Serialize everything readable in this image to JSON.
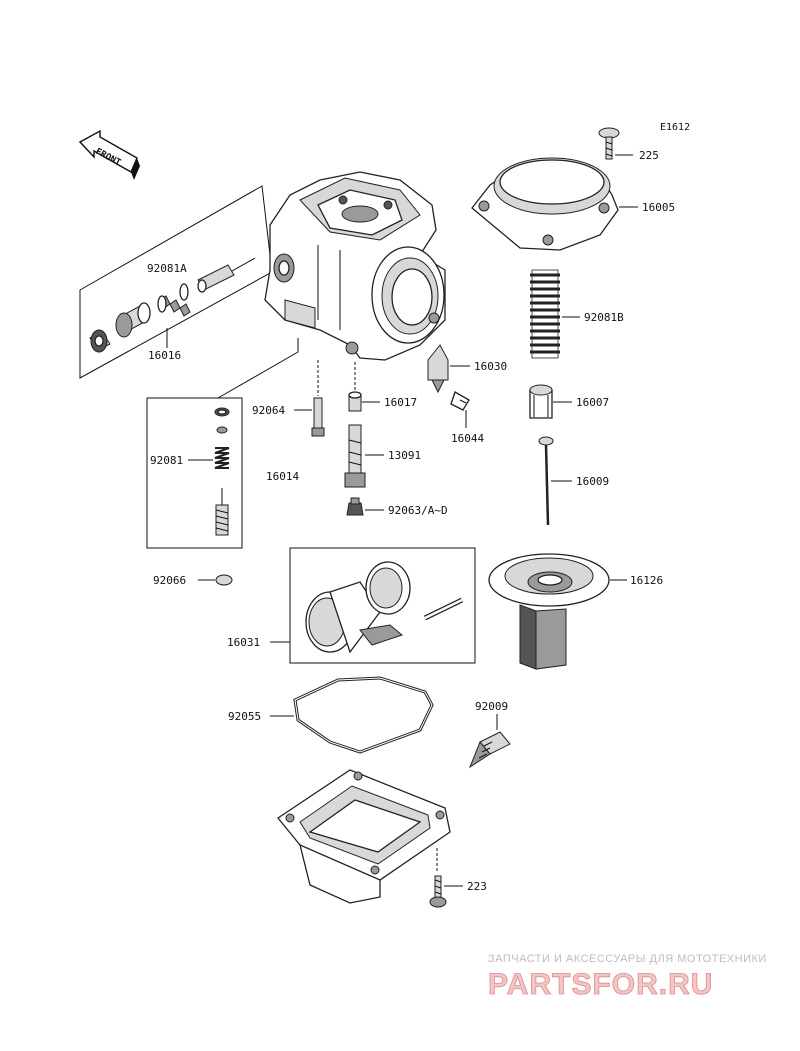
{
  "diagram": {
    "code": "E1612",
    "front_label": "FRONT",
    "labels": {
      "p225": "225",
      "p16005": "16005",
      "p92081A": "92081A",
      "p16016": "16016",
      "p92081B": "92081B",
      "p16030": "16030",
      "p92064": "92064",
      "p16017": "16017",
      "p16044": "16044",
      "p16007": "16007",
      "p92081": "92081",
      "p13091": "13091",
      "p16014": "16014",
      "p16009": "16009",
      "p92063": "92063/A~D",
      "p92066": "92066",
      "p16126": "16126",
      "p16031": "16031",
      "p92009": "92009",
      "p92055": "92055",
      "p223": "223"
    }
  },
  "watermark": {
    "tagline": "ЗАПЧАСТИ И АКСЕССУАРЫ ДЛЯ МОТОТЕХНИКИ",
    "brand": "PARTSFOR.RU"
  }
}
